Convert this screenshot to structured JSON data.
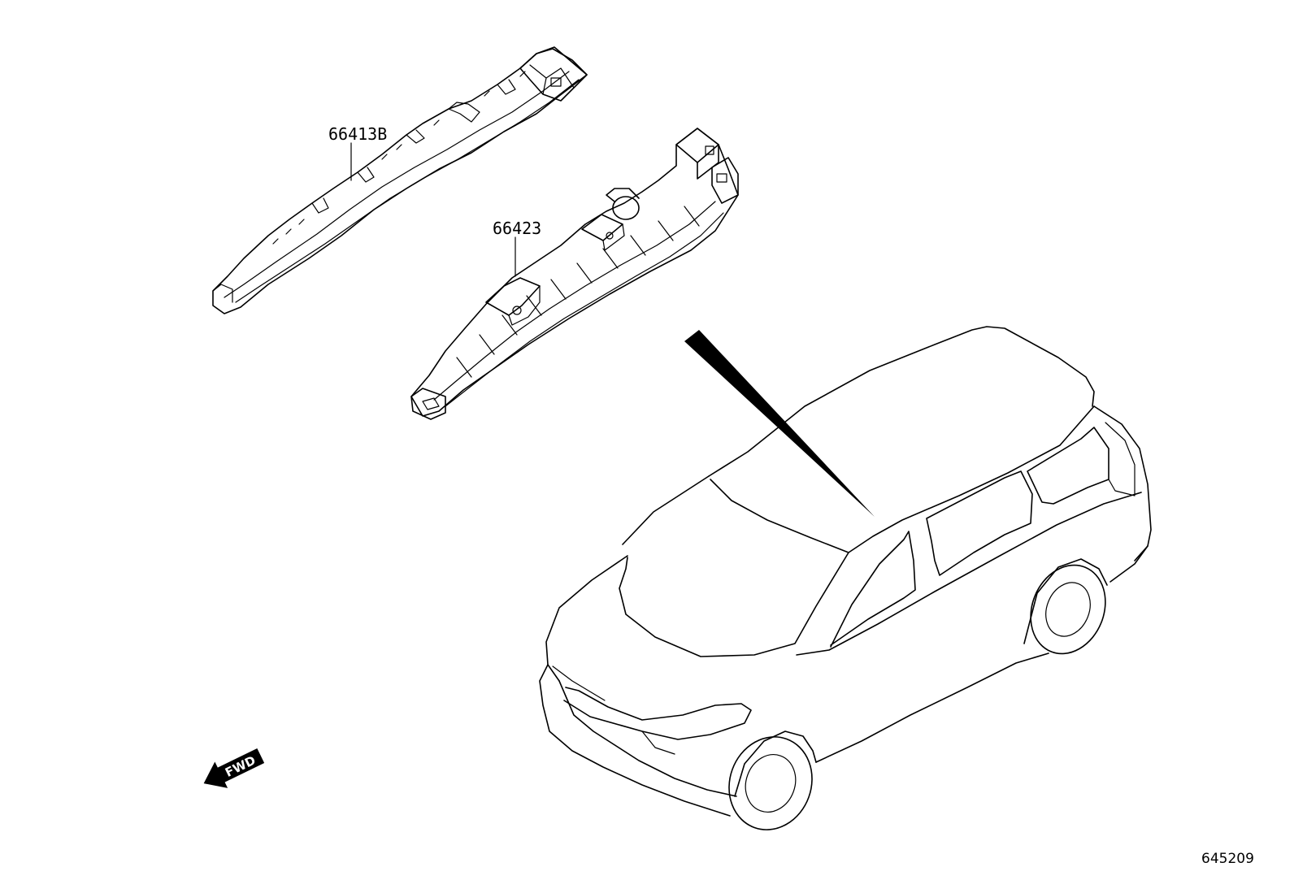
{
  "parts": {
    "upper_bracket": {
      "number": "66413B"
    },
    "lower_bracket": {
      "number": "66423"
    }
  },
  "direction_arrow": {
    "label": "FWD"
  },
  "figure_number": "645209",
  "colors": {
    "ink": "#000000",
    "background": "#ffffff"
  }
}
